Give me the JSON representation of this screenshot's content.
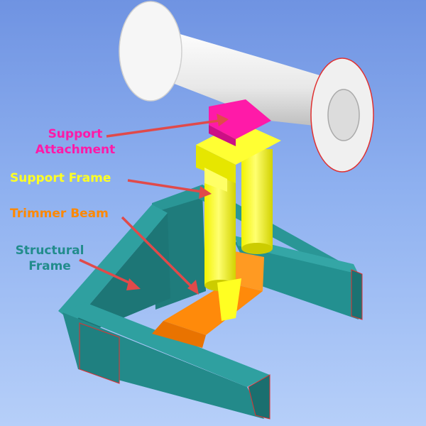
{
  "labels": {
    "support_attachment": {
      "line1": "Support",
      "line2": "Attachment"
    },
    "support_frame": "Support Frame",
    "trimmer_beam": "Trimmer Beam",
    "structural_frame": {
      "line1": "Structural",
      "line2": "Frame"
    }
  },
  "colors": {
    "support_attachment": "#ff1aa8",
    "support_frame": "#ffff22",
    "trimmer_beam": "#ff8800",
    "structural_frame": "#228c8c",
    "pipe": "#f4f4f4",
    "arrow": "#e04a4a"
  }
}
